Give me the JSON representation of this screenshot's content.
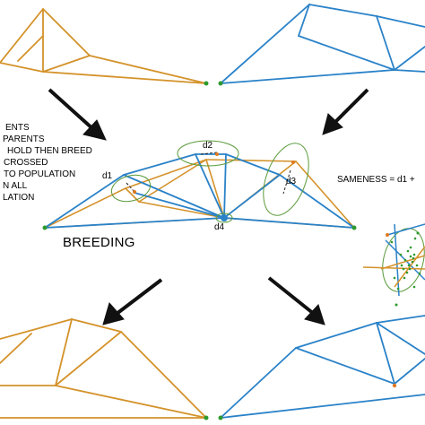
{
  "colors": {
    "parent_a": "#d4922a",
    "parent_b": "#2a82c8",
    "node": "#2e9a2e",
    "ellipse": "#5a9a3a",
    "arrow": "#111111",
    "marker": "#e07a20"
  },
  "left_notes": [
    "ENTS",
    "PARENTS",
    "HOLD THEN BREED",
    "CROSSED",
    "TO POPULATION",
    "N ALL",
    "LATION"
  ],
  "breeding_label": "BREEDING",
  "sameness_label": "SAMENESS = d1 +",
  "distance_labels": {
    "d1": "d1",
    "d2": "d2",
    "d3": "d3",
    "d4": "d4"
  }
}
